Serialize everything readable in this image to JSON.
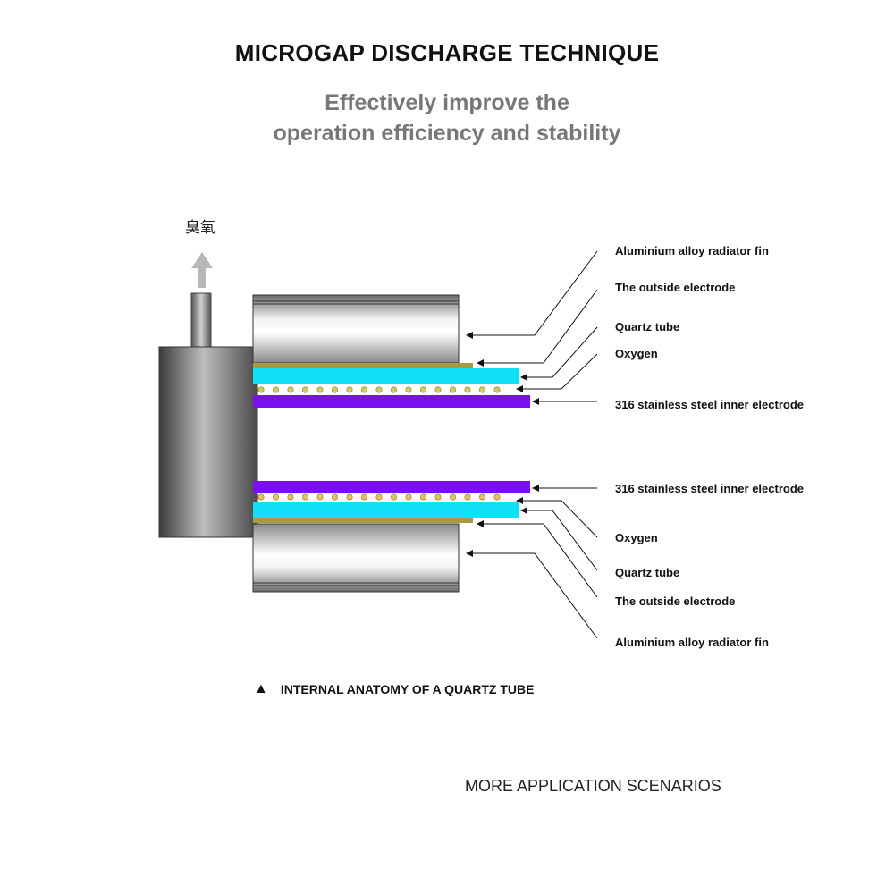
{
  "title": "MICROGAP DISCHARGE TECHNIQUE",
  "subtitle": [
    "Effectively improve the",
    "operation efficiency and stability"
  ],
  "ozone_label": "臭氧",
  "labels_top": [
    "Aluminium alloy radiator fin",
    "The outside electrode",
    "Quartz tube",
    "Oxygen",
    "316 stainless steel inner electrode"
  ],
  "labels_bottom": [
    "316 stainless steel inner electrode",
    "Oxygen",
    "Quartz tube",
    "The outside electrode",
    "Aluminium alloy radiator fin"
  ],
  "caption": "INTERNAL ANATOMY OF A QUARTZ TUBE",
  "more_link": "MORE APPLICATION SCENARIOS",
  "colors": {
    "inner_electrode": "#7a10f2",
    "quartz_tube": "#10e0f5",
    "outside_electrode": "#a89a40",
    "oxygen_dots": "#d8c860",
    "arrow": "#b8b8b8"
  }
}
